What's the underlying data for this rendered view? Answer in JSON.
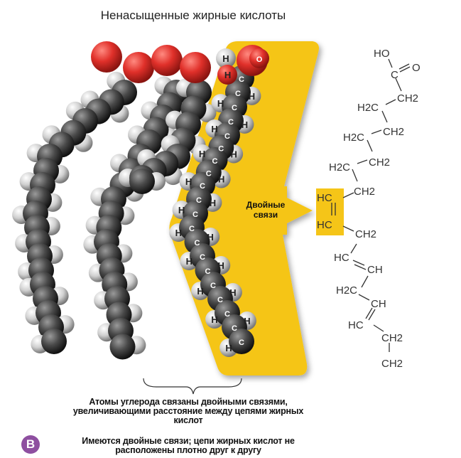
{
  "title": "Ненасыщенные жирные кислоты",
  "arrow_label": "Двойные связи",
  "atom_labels": {
    "hydrogen": "H",
    "carbon": "C",
    "oxygen": "O"
  },
  "formula": {
    "top": [
      "HO",
      "C",
      "O"
    ],
    "chain": [
      "CH2",
      "H2C",
      "CH2",
      "H2C",
      "CH2",
      "H2C",
      "CH2",
      "HC",
      "HC",
      "CH2",
      "HC",
      "CH",
      "H2C",
      "CH",
      "HC",
      "CH2",
      "CH2"
    ]
  },
  "caption_bracket": "Атомы углерода связаны двойными связями, увеличивающими расстояние между цепями жирных кислот",
  "panel": {
    "letter": "B",
    "caption": "Имеются двойные связи; цепи жирных кислот не расположены плотно друг к другу"
  },
  "colors": {
    "highlight": "#f5c518",
    "badge": "#8e4fa0",
    "oxygen": "#e0302a",
    "carbon": "#444444",
    "hydrogen": "#dddddd"
  }
}
